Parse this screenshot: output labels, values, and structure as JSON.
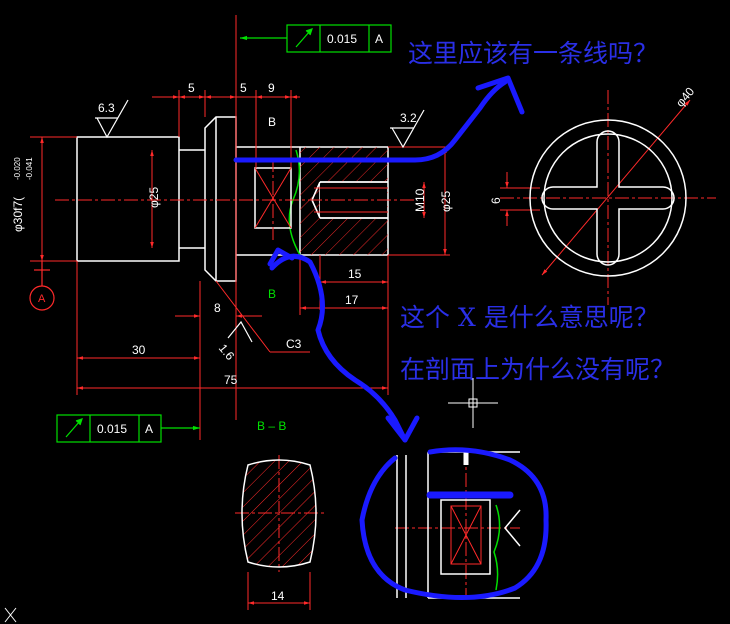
{
  "colors": {
    "background": "#000000",
    "outline": "#ffffff",
    "centerline": "#ff2a2a",
    "dimension": "#ff2a2a",
    "tolerance_frame": "#00e000",
    "hatch": "#ff2a2a",
    "annotation_ink": "#1a1aff",
    "note_text": "#2a2fe6"
  },
  "tolerance_frames": [
    {
      "symbol": "circular-runout",
      "value": "0.015",
      "datum": "A"
    },
    {
      "symbol": "circular-runout",
      "value": "0.015",
      "datum": "A"
    }
  ],
  "dimensions": {
    "d5a": "5",
    "d5b": "5",
    "d9": "9",
    "d15": "15",
    "d17": "17",
    "d8": "8",
    "d30": "30",
    "d75": "75",
    "d14": "14",
    "d6": "6"
  },
  "diameters": {
    "shaft_fit": "φ30f7(",
    "fit_upper": "-0.020",
    "fit_lower": "-0.041",
    "bore": "φ25",
    "right_dia": "φ25",
    "thread": "M10",
    "end_view": "φ40"
  },
  "roughness": {
    "left": "6.3",
    "right": "3.2",
    "chamfer_rough": "1.6"
  },
  "chamfer": "C3",
  "section_marks": {
    "top": "B",
    "bottom": "B",
    "title": "B – B"
  },
  "datum_label": "A",
  "notes": {
    "q1": "这里应该有一条线吗？",
    "q2": "这个 X 是什么意思呢？",
    "q3": "在剖面上为什么没有呢？"
  }
}
